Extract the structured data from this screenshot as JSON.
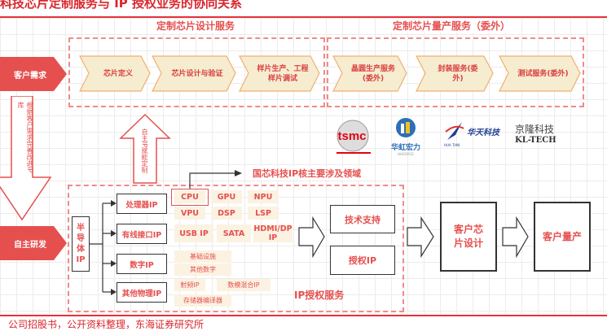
{
  "title": "科技芯片定制服务与 IP 授权业务的协同关系",
  "sections": {
    "design": "定制芯片设计服务",
    "production": "定制芯片量产服务（委外）"
  },
  "inputs": {
    "customer_demand": "客户需求",
    "self_rd": "自主研发"
  },
  "design_steps": [
    "芯片定义",
    "芯片设计与验证",
    "样片生产、工程样片调试"
  ],
  "production_steps": [
    "晶圆生产服务(委外)",
    "封装服务(委外)",
    "测试服务(委外)"
  ],
  "logos": {
    "tsmc": "tsmc",
    "hhgrace": "华虹宏力",
    "hhgrace_en": "HHGRACE",
    "huatian": "华天科技",
    "huatian_en": "HUA TIAN",
    "kltech": "京隆科技",
    "kltech_en": "KL-TECH"
  },
  "arrows": {
    "down": "根据客户需求完善改进IP库",
    "up": "自主IP赋能定制"
  },
  "ip": {
    "root": "半导体IP",
    "domain_label": "国芯科技IP核主要涉及领域",
    "categories": [
      "处理器IP",
      "有线接口IP",
      "数字IP",
      "其他物理IP"
    ],
    "processor": [
      "CPU",
      "GPU",
      "NPU",
      "VPU",
      "DSP",
      "LSP"
    ],
    "interface": [
      "USB IP",
      "SATA",
      "HDMI/DP IP"
    ],
    "digital": [
      "基础设施",
      "其他数字"
    ],
    "physical": [
      "射频IP",
      "数模混合IP",
      "存储器编译器"
    ],
    "service_label": "IP授权服务",
    "services": [
      "技术支持",
      "授权IP"
    ]
  },
  "outcomes": [
    "客户芯片设计",
    "客户量产"
  ],
  "source": "公司招股书，公开资料整理，东海证券研究所",
  "colors": {
    "accent": "#e5504f",
    "chevron_fill": "#f6ecd0",
    "chevron_stroke": "#f0b070"
  }
}
